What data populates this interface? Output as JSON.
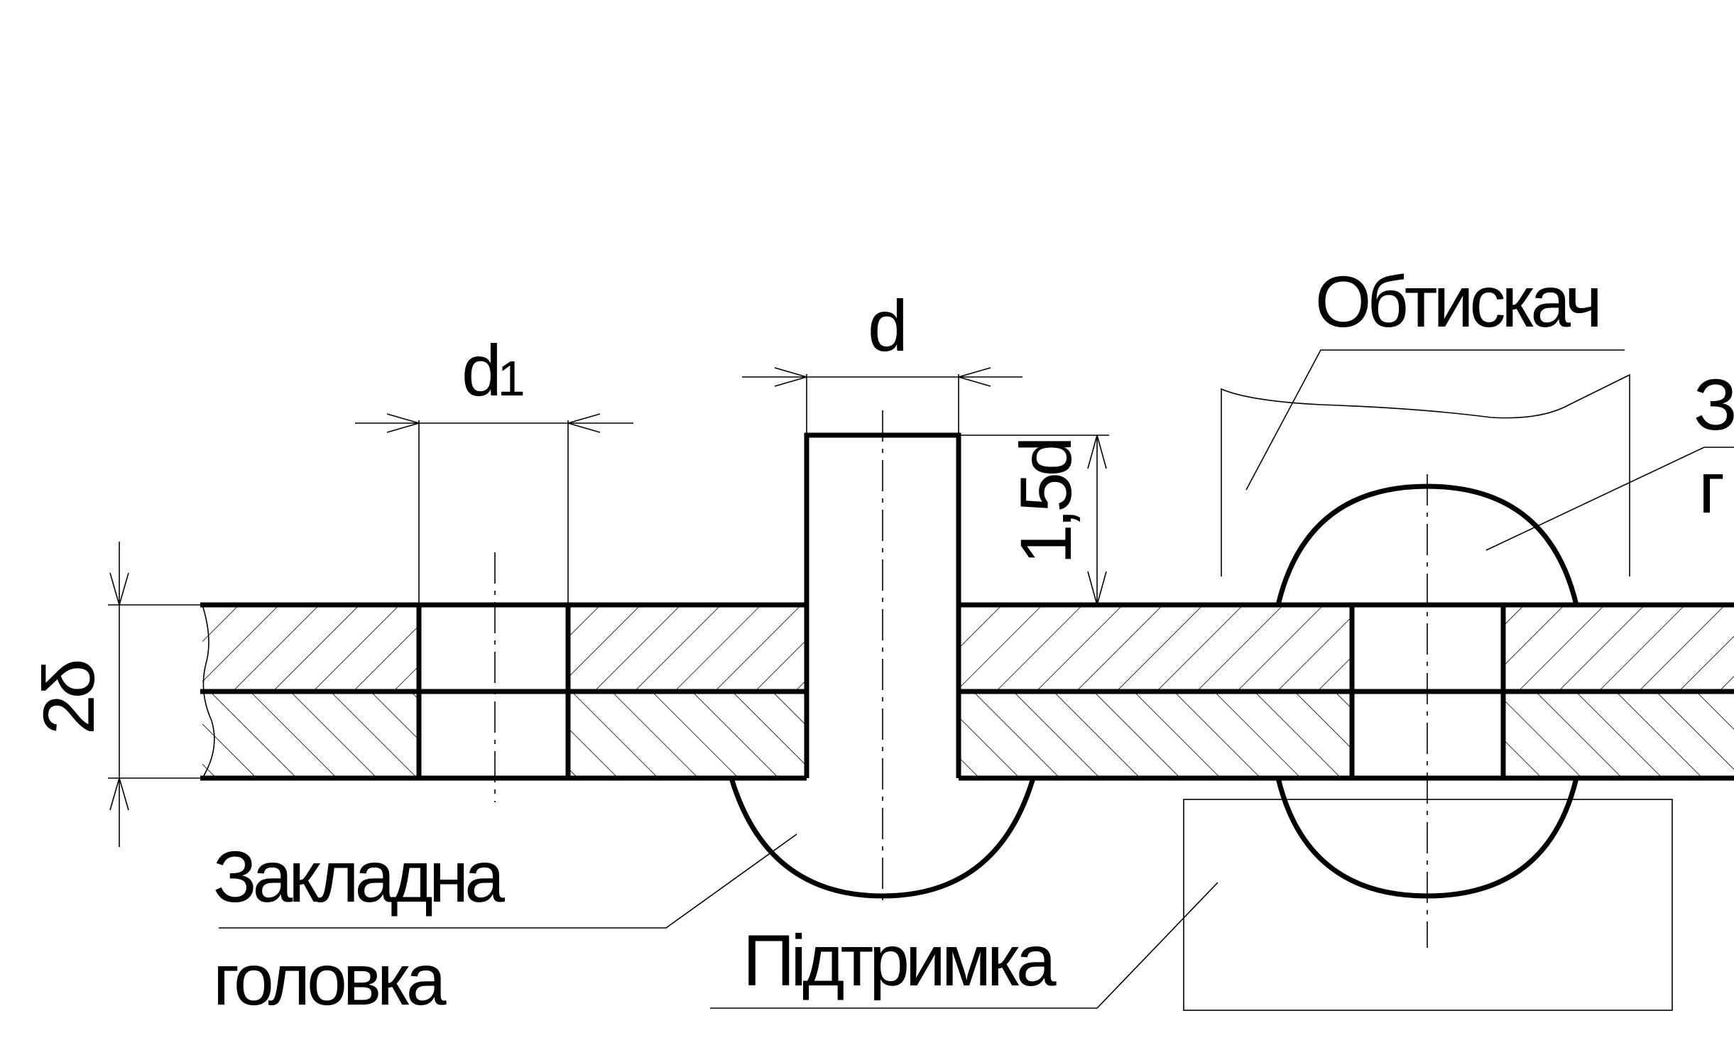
{
  "labels": {
    "d1_main": "d",
    "d1_sub": "1",
    "d": "d",
    "dim_15d": "1,5d",
    "dim_2delta": "2δ",
    "obtyskach": "Обтискач",
    "zamykalna_top": "З",
    "zamykalna_bottom": "г",
    "zakladna_line1": "Закладна",
    "zakladna_line2": "головка",
    "pidtrymka": "Підтримка"
  },
  "colors": {
    "line": "#000000",
    "background": "#ffffff"
  }
}
